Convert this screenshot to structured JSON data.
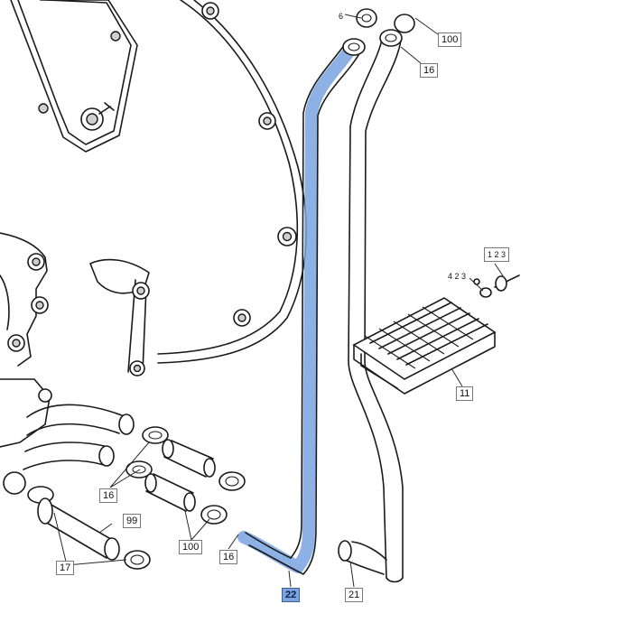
{
  "callouts": {
    "c100_top": "100",
    "c16_top": "16",
    "c6_top": "6",
    "c123": "1 2 3",
    "c423": "4 2 3",
    "c11": "11",
    "c16_left": "16",
    "c99": "99",
    "c100_bottom": "100",
    "c16_bottom": "16",
    "c17": "17",
    "c22": "22",
    "c21": "21"
  },
  "highlight": {
    "part": "22",
    "color": "#7aa3e0"
  },
  "parts": [
    "engine-flywheel-housing",
    "pipe-22",
    "pipe-21",
    "oil-cooler-11",
    "hose-99",
    "hose-clamps"
  ]
}
